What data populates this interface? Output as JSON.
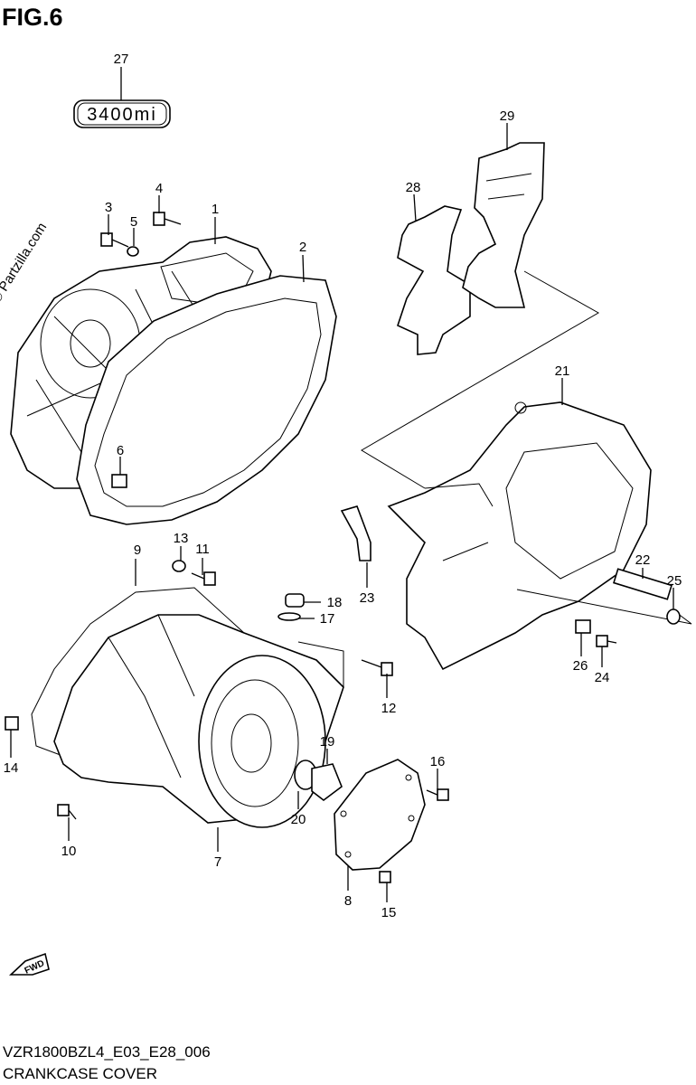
{
  "figure": {
    "title": "FIG.6",
    "watermark": "© Partzilla.com",
    "model_code": "VZR1800BZL4_E03_E28_006",
    "caption": "CRANKCASE COVER",
    "label_text": "3400mi",
    "fwd_arrow": "FWD"
  },
  "callouts": [
    {
      "id": "c1",
      "num": "1"
    },
    {
      "id": "c2",
      "num": "2"
    },
    {
      "id": "c3",
      "num": "3"
    },
    {
      "id": "c4",
      "num": "4"
    },
    {
      "id": "c5",
      "num": "5"
    },
    {
      "id": "c6",
      "num": "6"
    },
    {
      "id": "c7",
      "num": "7"
    },
    {
      "id": "c8",
      "num": "8"
    },
    {
      "id": "c9",
      "num": "9"
    },
    {
      "id": "c10",
      "num": "10"
    },
    {
      "id": "c11",
      "num": "11"
    },
    {
      "id": "c12",
      "num": "12"
    },
    {
      "id": "c13",
      "num": "13"
    },
    {
      "id": "c14",
      "num": "14"
    },
    {
      "id": "c15",
      "num": "15"
    },
    {
      "id": "c16",
      "num": "16"
    },
    {
      "id": "c17",
      "num": "17"
    },
    {
      "id": "c18",
      "num": "18"
    },
    {
      "id": "c19",
      "num": "19"
    },
    {
      "id": "c20",
      "num": "20"
    },
    {
      "id": "c21",
      "num": "21"
    },
    {
      "id": "c22",
      "num": "22"
    },
    {
      "id": "c23",
      "num": "23"
    },
    {
      "id": "c24",
      "num": "24"
    },
    {
      "id": "c25",
      "num": "25"
    },
    {
      "id": "c26",
      "num": "26"
    },
    {
      "id": "c27",
      "num": "27"
    },
    {
      "id": "c28",
      "num": "28"
    },
    {
      "id": "c29",
      "num": "29"
    }
  ]
}
